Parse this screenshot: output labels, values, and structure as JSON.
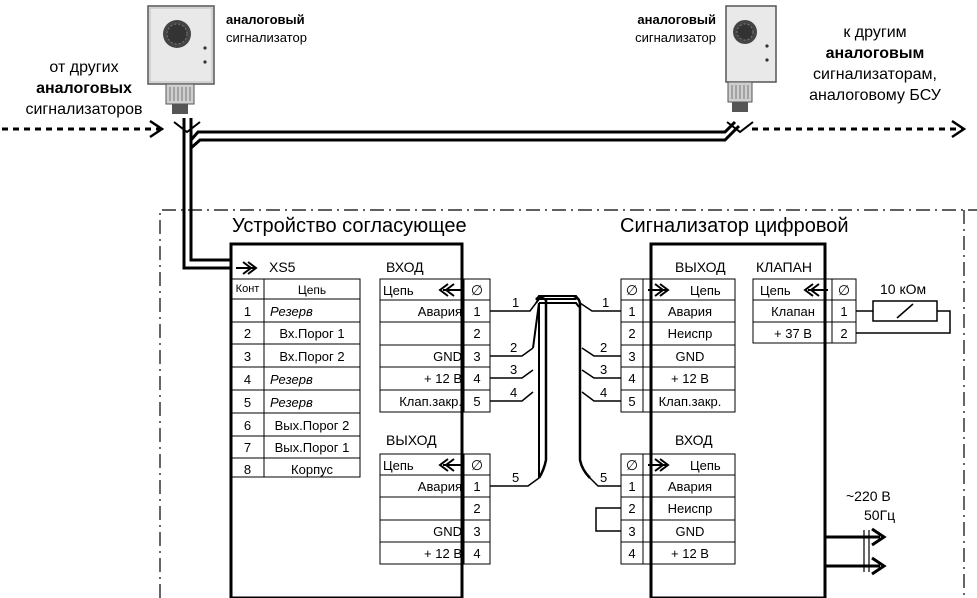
{
  "top": {
    "left_incoming": {
      "line1": "от других",
      "line2": "аналоговых",
      "line3": "сигнализаторов"
    },
    "right_outgoing": {
      "line1": "к другим",
      "line2": "аналоговым",
      "line3": "сигнализаторам,",
      "line4": "аналоговому БСУ"
    },
    "sensor_left": {
      "bold": "аналоговый",
      "normal": "сигнализатор"
    },
    "sensor_right": {
      "bold": "аналоговый",
      "normal": "сигнализатор"
    }
  },
  "device_left": {
    "title": "Устройство согласующее",
    "connector": "XS5",
    "table_head": {
      "kont": "Конт",
      "chain": "Цепь"
    },
    "rows": [
      {
        "n": "1",
        "name": "Резерв",
        "italic": true
      },
      {
        "n": "2",
        "name": "Вх.Порог 1",
        "italic": false
      },
      {
        "n": "3",
        "name": "Вх.Порог 2",
        "italic": false
      },
      {
        "n": "4",
        "name": "Резерв",
        "italic": true
      },
      {
        "n": "5",
        "name": "Резерв",
        "italic": true
      },
      {
        "n": "6",
        "name": "Вых.Порог 2",
        "italic": false
      },
      {
        "n": "7",
        "name": "Вых.Порог 1",
        "italic": false
      },
      {
        "n": "8",
        "name": "Корпус",
        "italic": false
      }
    ],
    "input": {
      "title": "ВХОД",
      "head": "Цепь",
      "ground_sym": "∅",
      "rows": [
        {
          "name": "Авария",
          "n": "1"
        },
        {
          "name": "",
          "n": "2"
        },
        {
          "name": "GND",
          "n": "3"
        },
        {
          "name": "+ 12 В",
          "n": "4"
        },
        {
          "name": "Клап.закр.",
          "n": "5"
        }
      ]
    },
    "output": {
      "title": "ВЫХОД",
      "head": "Цепь",
      "ground_sym": "∅",
      "rows": [
        {
          "name": "Авария",
          "n": "1"
        },
        {
          "name": "",
          "n": "2"
        },
        {
          "name": "GND",
          "n": "3"
        },
        {
          "name": "+ 12 В",
          "n": "4"
        }
      ]
    }
  },
  "device_right": {
    "title": "Сигнализатор цифровой",
    "output_top": {
      "title": "ВЫХОД",
      "head": "Цепь",
      "ground_sym": "∅",
      "rows": [
        {
          "name": "Авария",
          "n": "1"
        },
        {
          "name": "Неиспр",
          "n": "2"
        },
        {
          "name": "GND",
          "n": "3"
        },
        {
          "name": "+ 12 В",
          "n": "4"
        },
        {
          "name": "Клап.закр.",
          "n": "5"
        }
      ]
    },
    "valve": {
      "title": "КЛАПАН",
      "head": "Цепь",
      "ground_sym": "∅",
      "rows": [
        {
          "name": "Клапан",
          "n": "1"
        },
        {
          "name": "+ 37 В",
          "n": "2"
        }
      ]
    },
    "output_bottom": {
      "title": "ВХОД",
      "head": "Цепь",
      "ground_sym": "∅",
      "rows": [
        {
          "name": "Авария",
          "n": "1"
        },
        {
          "name": "Неиспр",
          "n": "2"
        },
        {
          "name": "GND",
          "n": "3"
        },
        {
          "name": "+ 12 В",
          "n": "4"
        }
      ]
    }
  },
  "resistor": {
    "label": "10 кОм"
  },
  "power": {
    "line1": "~220 В",
    "line2": "50Гц"
  },
  "wires": {
    "left": [
      "1",
      "2",
      "3",
      "4",
      "5"
    ],
    "right": [
      "1",
      "2",
      "3",
      "4",
      "5"
    ]
  }
}
